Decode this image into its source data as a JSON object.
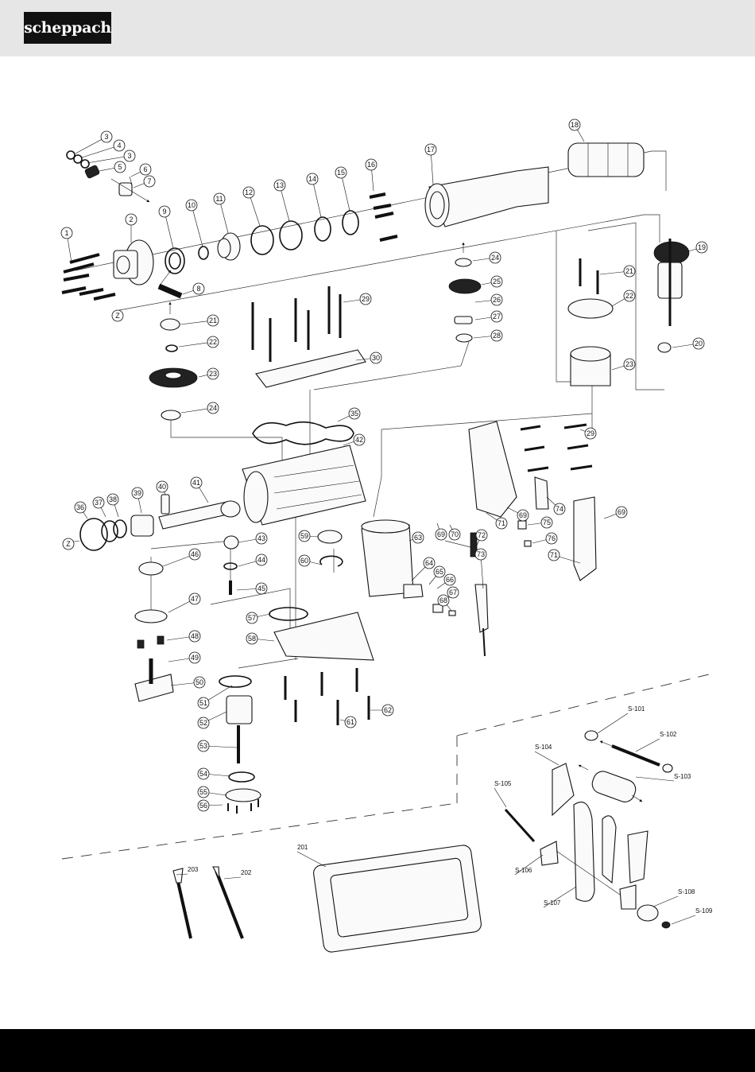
{
  "header": {
    "logo_text": "scheppach",
    "bg_color": "#e6e6e6"
  },
  "footer": {
    "bg_color": "#000000"
  },
  "callouts": [
    {
      "id": "c3a",
      "text": "3"
    },
    {
      "id": "c4",
      "text": "4"
    },
    {
      "id": "c3b",
      "text": "3"
    },
    {
      "id": "c5",
      "text": "5"
    },
    {
      "id": "c6",
      "text": "6"
    },
    {
      "id": "c7",
      "text": "7"
    },
    {
      "id": "c1",
      "text": "1"
    },
    {
      "id": "c2",
      "text": "2"
    },
    {
      "id": "c9",
      "text": "9"
    },
    {
      "id": "c10",
      "text": "10"
    },
    {
      "id": "c11",
      "text": "11"
    },
    {
      "id": "c12",
      "text": "12"
    },
    {
      "id": "c13",
      "text": "13"
    },
    {
      "id": "c14",
      "text": "14"
    },
    {
      "id": "c15",
      "text": "15"
    },
    {
      "id": "c16",
      "text": "16"
    },
    {
      "id": "c17",
      "text": "17"
    },
    {
      "id": "c18",
      "text": "18"
    },
    {
      "id": "c19",
      "text": "19"
    },
    {
      "id": "c8",
      "text": "8"
    },
    {
      "id": "c20",
      "text": "20"
    },
    {
      "id": "c21",
      "text": "21"
    },
    {
      "id": "c21b",
      "text": "21"
    },
    {
      "id": "c22",
      "text": "22"
    },
    {
      "id": "c22b",
      "text": "22"
    },
    {
      "id": "c23",
      "text": "23"
    },
    {
      "id": "c23b",
      "text": "23"
    },
    {
      "id": "c24",
      "text": "24"
    },
    {
      "id": "c24b",
      "text": "24"
    },
    {
      "id": "c25",
      "text": "25"
    },
    {
      "id": "c26",
      "text": "26"
    },
    {
      "id": "c27",
      "text": "27"
    },
    {
      "id": "c28",
      "text": "28"
    },
    {
      "id": "c29",
      "text": "29"
    },
    {
      "id": "c29b",
      "text": "29"
    },
    {
      "id": "c30",
      "text": "30"
    },
    {
      "id": "c35",
      "text": "35"
    },
    {
      "id": "c42",
      "text": "42"
    },
    {
      "id": "c36",
      "text": "36"
    },
    {
      "id": "c37",
      "text": "37"
    },
    {
      "id": "c38",
      "text": "38"
    },
    {
      "id": "c39",
      "text": "39"
    },
    {
      "id": "c40",
      "text": "40"
    },
    {
      "id": "c41",
      "text": "41"
    },
    {
      "id": "c43",
      "text": "43"
    },
    {
      "id": "c44",
      "text": "44"
    },
    {
      "id": "c45",
      "text": "45"
    },
    {
      "id": "c46",
      "text": "46"
    },
    {
      "id": "c47",
      "text": "47"
    },
    {
      "id": "c48",
      "text": "48"
    },
    {
      "id": "c49",
      "text": "49"
    },
    {
      "id": "c50",
      "text": "50"
    },
    {
      "id": "c51",
      "text": "51"
    },
    {
      "id": "c52",
      "text": "52"
    },
    {
      "id": "c53",
      "text": "53"
    },
    {
      "id": "c54",
      "text": "54"
    },
    {
      "id": "c55",
      "text": "55"
    },
    {
      "id": "c56",
      "text": "56"
    },
    {
      "id": "c57",
      "text": "57"
    },
    {
      "id": "c58",
      "text": "58"
    },
    {
      "id": "c59",
      "text": "59"
    },
    {
      "id": "c60",
      "text": "60"
    },
    {
      "id": "c61",
      "text": "61"
    },
    {
      "id": "c62",
      "text": "62"
    },
    {
      "id": "c63",
      "text": "63"
    },
    {
      "id": "c64",
      "text": "64"
    },
    {
      "id": "c65",
      "text": "65"
    },
    {
      "id": "c66",
      "text": "66"
    },
    {
      "id": "c67",
      "text": "67"
    },
    {
      "id": "c68",
      "text": "68"
    },
    {
      "id": "c69a",
      "text": "69"
    },
    {
      "id": "c70",
      "text": "70"
    },
    {
      "id": "c69b",
      "text": "69"
    },
    {
      "id": "c69c",
      "text": "69"
    },
    {
      "id": "c71a",
      "text": "71"
    },
    {
      "id": "c71b",
      "text": "71"
    },
    {
      "id": "c72",
      "text": "72"
    },
    {
      "id": "c73",
      "text": "73"
    },
    {
      "id": "c74",
      "text": "74"
    },
    {
      "id": "c75",
      "text": "75"
    },
    {
      "id": "c76",
      "text": "76"
    },
    {
      "id": "cz1",
      "text": "Z"
    },
    {
      "id": "cz2",
      "text": "Z"
    }
  ],
  "s_labels": [
    {
      "id": "s101",
      "text": "S-101"
    },
    {
      "id": "s102",
      "text": "S-102"
    },
    {
      "id": "s103",
      "text": "S-103"
    },
    {
      "id": "s104",
      "text": "S-104"
    },
    {
      "id": "s105",
      "text": "S-105"
    },
    {
      "id": "s106",
      "text": "S-106"
    },
    {
      "id": "s107",
      "text": "S-107"
    },
    {
      "id": "s108",
      "text": "S-108"
    },
    {
      "id": "s109",
      "text": "S-109"
    },
    {
      "id": "l201",
      "text": "201"
    },
    {
      "id": "l202",
      "text": "202"
    },
    {
      "id": "l203",
      "text": "203"
    }
  ]
}
